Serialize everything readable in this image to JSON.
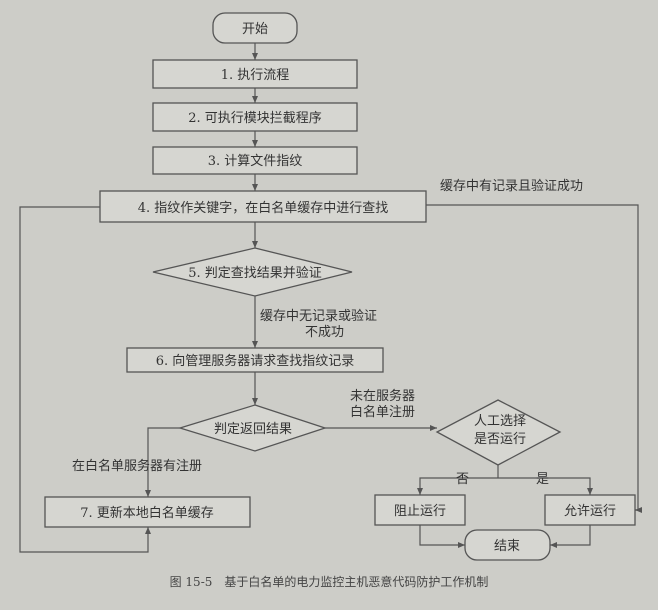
{
  "nodes": {
    "start": "开始",
    "step1": "1. 执行流程",
    "step2": "2. 可执行模块拦截程序",
    "step3": "3. 计算文件指纹",
    "step4": "4. 指纹作关键字，在白名单缓存中进行查找",
    "step5": "5. 判定查找结果并验证",
    "step6": "6. 向管理服务器请求查找指纹记录",
    "judge_return": "判定返回结果",
    "manual_line1": "人工选择",
    "manual_line2": "是否运行",
    "step7": "7. 更新本地白名单缓存",
    "block": "阻止运行",
    "allow": "允许运行",
    "end": "结束"
  },
  "edge_labels": {
    "cache_hit": "缓存中有记录且验证成功",
    "cache_miss_line1": "缓存中无记录或验证",
    "cache_miss_line2": "不成功",
    "not_registered_line1": "未在服务器",
    "not_registered_line2": "白名单注册",
    "registered": "在白名单服务器有注册",
    "no": "否",
    "yes": "是"
  },
  "caption": "图 15-5　基于白名单的电力监控主机恶意代码防护工作机制"
}
